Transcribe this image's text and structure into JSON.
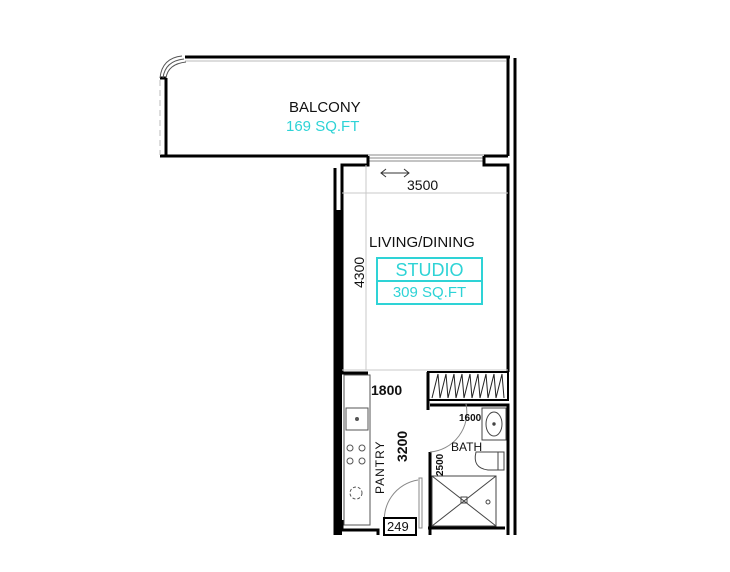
{
  "floorplan": {
    "unit_type": "STUDIO",
    "unit_area": "309 SQ.FT",
    "rooms": {
      "balcony": {
        "label": "BALCONY",
        "area": "169 SQ.FT"
      },
      "living": {
        "label": "LIVING/DINING"
      },
      "pantry": {
        "label": "PANTRY"
      },
      "bath": {
        "label": "BATH"
      }
    },
    "dimensions": {
      "living_width": "3500",
      "living_depth": "4300",
      "pantry_width": "1800",
      "pantry_depth": "3200",
      "bath_width": "1600",
      "bath_depth": "2500",
      "entry": "249"
    },
    "colors": {
      "wall": "#000000",
      "area_text": "#2ed3d6",
      "label_text": "#111111",
      "guide_line": "#c8c8c8"
    }
  }
}
